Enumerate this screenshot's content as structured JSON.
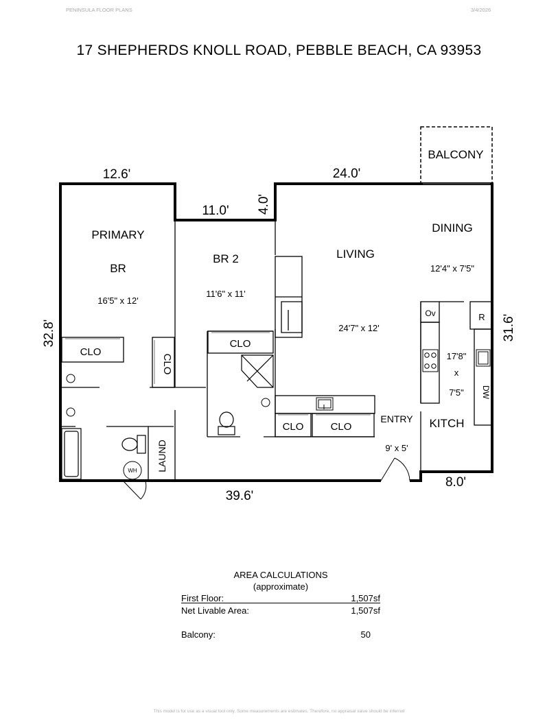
{
  "header": {
    "company": "PENINSULA FLOOR PLANS",
    "date": "3/4/2026"
  },
  "title": "17 SHEPHERDS KNOLL ROAD, PEBBLE BEACH, CA 93953",
  "plan": {
    "dimensions": {
      "top_left": "12.6'",
      "top_notch": "11.0'",
      "notch_height": "4.0'",
      "top_right": "24.0'",
      "left": "32.8'",
      "right": "31.6'",
      "bottom": "39.6'",
      "bottom_right": "8.0'"
    },
    "rooms": {
      "balcony": "BALCONY",
      "primary_line1": "PRIMARY",
      "primary_line2": "BR",
      "primary_size": "16'5\" x 12'",
      "br2": "BR 2",
      "br2_size": "11'6\" x 11'",
      "living": "LIVING",
      "living_size": "24'7\" x 12'",
      "dining": "DINING",
      "dining_size": "12'4\" x 7'5\"",
      "kitchen": "KITCH",
      "kitchen_size_1": "17'8\"",
      "kitchen_size_2": "x",
      "kitchen_size_3": "7'5\"",
      "entry": "ENTRY",
      "entry_size": "9' x 5'",
      "laundry": "LAUND",
      "closet": "CLO",
      "oven": "Ov",
      "refrigerator": "R",
      "dishwasher": "DW",
      "water_heater": "WH"
    }
  },
  "area": {
    "heading": "AREA CALCULATIONS",
    "subheading": "(approximate)",
    "rows": [
      {
        "label": "First Floor:",
        "value": "1,507sf"
      },
      {
        "label": "Net Livable Area:",
        "value": "1,507sf"
      },
      {
        "label": "Balcony:",
        "value": "50"
      }
    ]
  },
  "footer": "This model is for use as a visual tool only. Some measurements are estimates. Therefore, no appraisal value should be inferred"
}
